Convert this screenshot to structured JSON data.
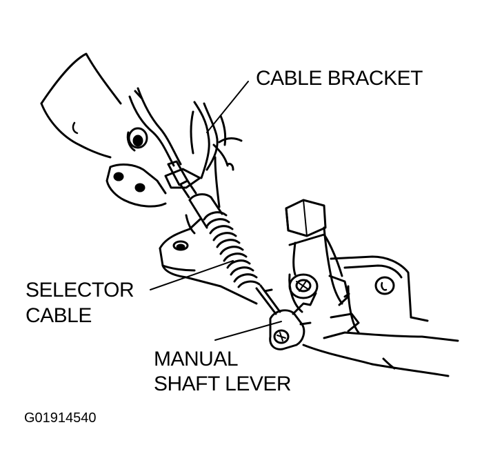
{
  "labels": {
    "cable_bracket": "CABLE BRACKET",
    "selector_cable": [
      "SELECTOR",
      "CABLE"
    ],
    "manual_shaft_lever": [
      "MANUAL",
      "SHAFT LEVER"
    ]
  },
  "figure_code": "G01914540",
  "colors": {
    "ink": "#000000",
    "background": "#ffffff"
  }
}
